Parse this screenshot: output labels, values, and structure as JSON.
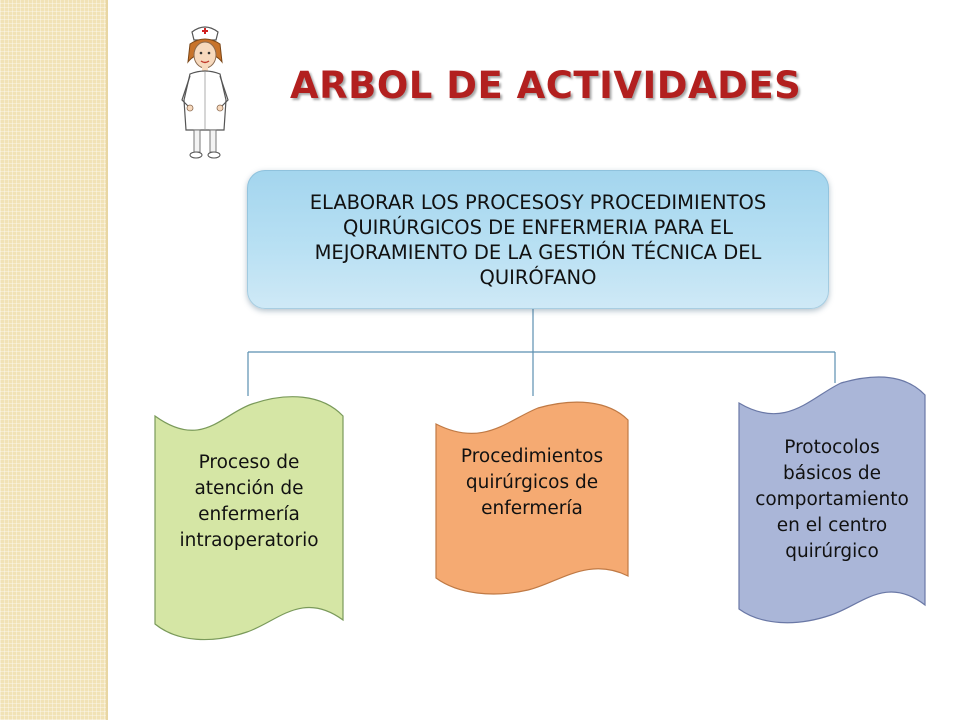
{
  "title": "ARBOL DE ACTIVIDADES",
  "root": {
    "text": "ELABORAR LOS PROCESOSY PROCEDIMIENTOS\nQUIRÚRGICOS DE ENFERMERIA PARA EL\nMEJORAMIENTO DE LA GESTIÓN TÉCNICA  DEL\nQUIRÓFANO"
  },
  "children": [
    {
      "text": "Proceso de\natención de\nenfermería\nintraoperatorio",
      "color": "#d5e6a5"
    },
    {
      "text": "Procedimientos\nquirúrgicos de\nenfermería",
      "color": "#f5aa72"
    },
    {
      "text": "Protocolos\nbásicos de\ncomportamiento\nen el centro\nquirúrgico",
      "color": "#aab6d8"
    }
  ],
  "colors": {
    "title": "#b2201f",
    "connector": "#5b8fb0",
    "root_fill": "#b8e0f3",
    "side_strip": "#f1e2b6"
  },
  "icons": {
    "illustration": "nurse-illustration"
  }
}
